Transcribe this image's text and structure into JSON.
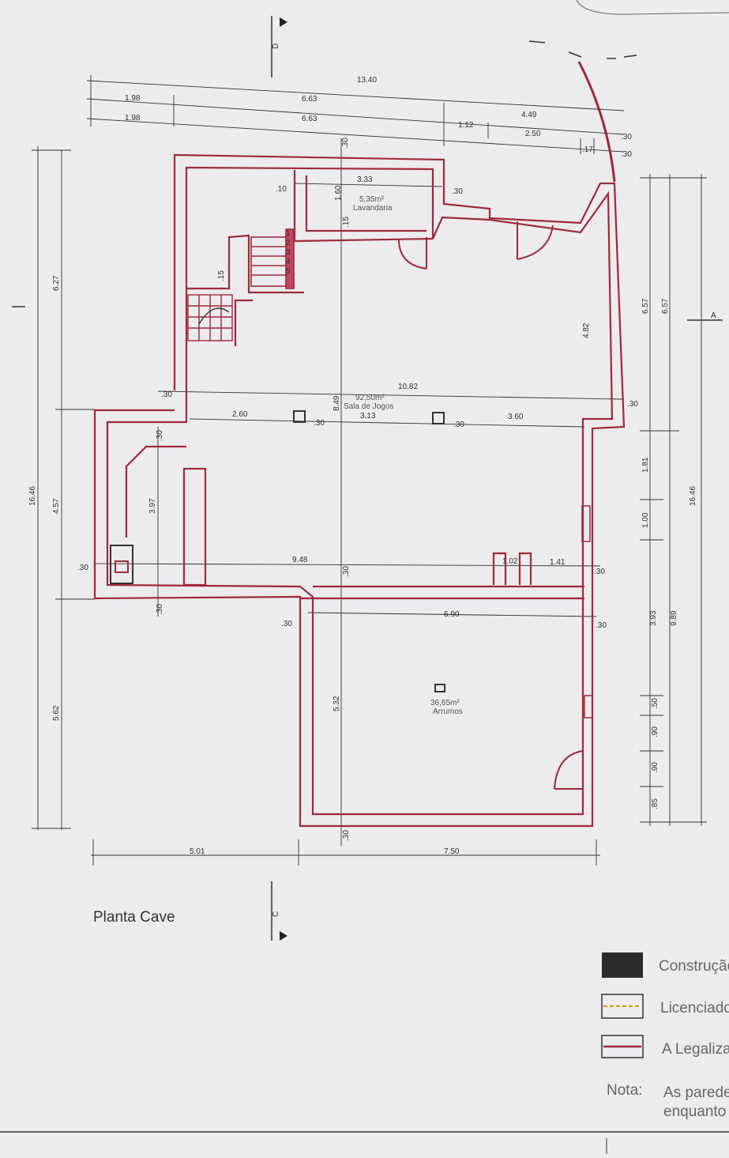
{
  "drawing": {
    "title": "Planta Cave",
    "section_markers": {
      "top": "D",
      "bottom": "C",
      "right": "A"
    },
    "colors": {
      "wall": "#a0283c",
      "wall_fill": "#c0475d",
      "line": "#333333",
      "paper": "#ecebee"
    }
  },
  "rooms": [
    {
      "area": "5,35m²",
      "name": "Lavandaria"
    },
    {
      "area": "92,50m²",
      "name": "Sala de Jogos"
    },
    {
      "area": "36,65m²",
      "name": "Arrumos"
    }
  ],
  "dimensions": {
    "top": [
      "13.40",
      "1.98",
      "6.63",
      "4.49",
      "1.98",
      "6.63",
      "1.12",
      "2.50",
      ".17",
      ".30",
      ".30"
    ],
    "left": [
      "16.46",
      "6.27",
      "4.57",
      "5.62"
    ],
    "right": [
      "6.57",
      "6.57",
      "1.81",
      "1.00",
      "3.93",
      "9.89",
      "16.46",
      ".50",
      ".90",
      ".90",
      ".85"
    ],
    "bottom": [
      "5.01",
      "7.50"
    ],
    "interior": [
      ".30",
      "3.33",
      ".10",
      "1.60",
      ".15",
      ".30",
      ".15",
      "4.82",
      "10.82",
      ".30",
      "8.49",
      "2.60",
      "3.13",
      "3.60",
      ".30",
      ".30",
      ".30",
      "3.97",
      ".30",
      "9.48",
      ".30",
      "1.02",
      "1.41",
      ".30",
      ".30",
      "6.90",
      ".30",
      ".30",
      "5.32",
      ".30",
      ".30"
    ],
    "stair_steps": [
      "1",
      "2",
      "3",
      "4",
      "5"
    ]
  },
  "legend": [
    {
      "label": "Construção",
      "swatch": "solid-dark"
    },
    {
      "label": "Licenciado",
      "swatch": "yellow-dashed"
    },
    {
      "label": "A Legalizar",
      "swatch": "red-line"
    }
  ],
  "note": {
    "label": "Nota:",
    "line1": "As paredes",
    "line2": "enquanto"
  }
}
